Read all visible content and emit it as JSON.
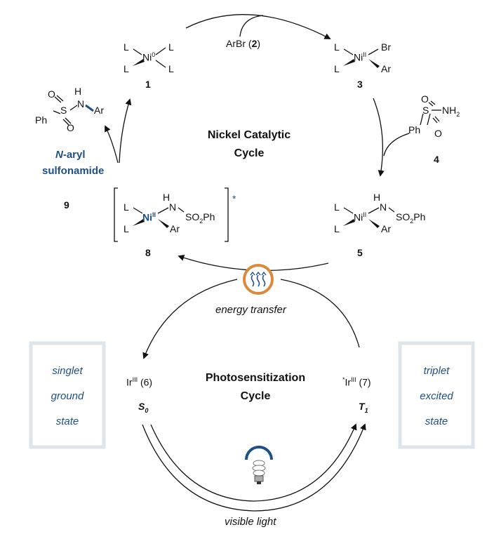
{
  "nickel_cycle": {
    "title_line1": "Nickel Catalytic",
    "title_line2": "Cycle"
  },
  "photo_cycle": {
    "title_line1": "Photosensitization",
    "title_line2": "Cycle"
  },
  "reagent_2": {
    "text": "ArBr (",
    "num": "2",
    "close": ")"
  },
  "compound_numbers": {
    "c1": "1",
    "c3": "3",
    "c4": "4",
    "c5": "5",
    "c8": "8",
    "c9": "9"
  },
  "product": {
    "line1_prefix": "N",
    "line1_rest": "-aryl",
    "line2": "sulfonamide"
  },
  "energy_transfer": "energy transfer",
  "visible_light": "visible light",
  "ir6": {
    "metal": "Ir",
    "ox": "III",
    "label": " (6)",
    "state": "S",
    "state_sub": "0"
  },
  "ir7": {
    "star": "*",
    "metal": "Ir",
    "ox": "III",
    "label": " (7)",
    "state": "T",
    "state_sub": "1"
  },
  "left_box": [
    "singlet",
    "ground",
    "state"
  ],
  "right_box": [
    "triplet",
    "excited",
    "state"
  ],
  "labels": {
    "L": "L",
    "Ni": "Ni",
    "ox0": "0",
    "oxII": "II",
    "Br": "Br",
    "Ar": "Ar",
    "H": "H",
    "N": "N",
    "S": "S",
    "O": "O",
    "Ph": "Ph",
    "NH": "NH",
    "sub2": "2",
    "SO2Ph_a": "SO",
    "SO2Ph_b": "Ph",
    "star": "*"
  },
  "colors": {
    "accent_blue": "#1e4f86",
    "ring_orange": "#d98a3a",
    "box_border": "#dde4ea"
  }
}
